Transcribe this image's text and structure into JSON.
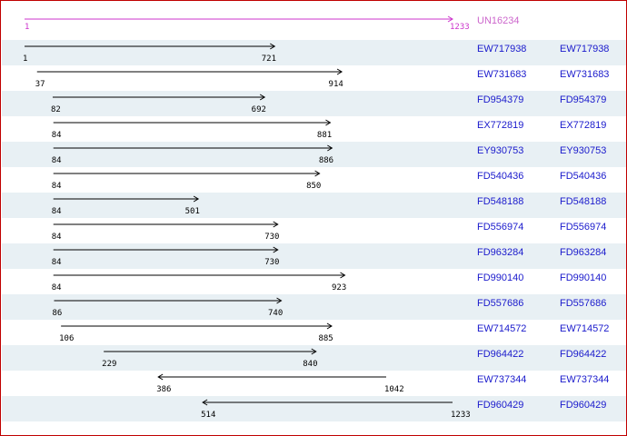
{
  "reference": {
    "label": "UN16234",
    "start": "1",
    "end": "1233",
    "start_val": 1,
    "end_val": 1233,
    "color": "#cc33cc"
  },
  "rows": [
    {
      "start": "1",
      "end": "721",
      "start_val": 1,
      "end_val": 721,
      "dir": "right",
      "col1": "EW717938",
      "col2": "EW717938"
    },
    {
      "start": "37",
      "end": "914",
      "start_val": 37,
      "end_val": 914,
      "dir": "right",
      "col1": "EW731683",
      "col2": "EW731683"
    },
    {
      "start": "82",
      "end": "692",
      "start_val": 82,
      "end_val": 692,
      "dir": "right",
      "col1": "FD954379",
      "col2": "FD954379"
    },
    {
      "start": "84",
      "end": "881",
      "start_val": 84,
      "end_val": 881,
      "dir": "right",
      "col1": "EX772819",
      "col2": "EX772819"
    },
    {
      "start": "84",
      "end": "886",
      "start_val": 84,
      "end_val": 886,
      "dir": "right",
      "col1": "EY930753",
      "col2": "EY930753"
    },
    {
      "start": "84",
      "end": "850",
      "start_val": 84,
      "end_val": 850,
      "dir": "right",
      "col1": "FD540436",
      "col2": "FD540436"
    },
    {
      "start": "84",
      "end": "501",
      "start_val": 84,
      "end_val": 501,
      "dir": "right",
      "col1": "FD548188",
      "col2": "FD548188"
    },
    {
      "start": "84",
      "end": "730",
      "start_val": 84,
      "end_val": 730,
      "dir": "right",
      "col1": "FD556974",
      "col2": "FD556974"
    },
    {
      "start": "84",
      "end": "730",
      "start_val": 84,
      "end_val": 730,
      "dir": "right",
      "col1": "FD963284",
      "col2": "FD963284"
    },
    {
      "start": "84",
      "end": "923",
      "start_val": 84,
      "end_val": 923,
      "dir": "right",
      "col1": "FD990140",
      "col2": "FD990140"
    },
    {
      "start": "86",
      "end": "740",
      "start_val": 86,
      "end_val": 740,
      "dir": "right",
      "col1": "FD557686",
      "col2": "FD557686"
    },
    {
      "start": "106",
      "end": "885",
      "start_val": 106,
      "end_val": 885,
      "dir": "right",
      "col1": "EW714572",
      "col2": "EW714572"
    },
    {
      "start": "229",
      "end": "840",
      "start_val": 229,
      "end_val": 840,
      "dir": "right",
      "col1": "FD964422",
      "col2": "FD964422"
    },
    {
      "start": "386",
      "end": "1042",
      "start_val": 386,
      "end_val": 1042,
      "dir": "left",
      "col1": "EW737344",
      "col2": "EW737344"
    },
    {
      "start": "514",
      "end": "1233",
      "start_val": 514,
      "end_val": 1233,
      "dir": "left",
      "col1": "FD960429",
      "col2": "FD960429"
    }
  ],
  "colors": {
    "row_shade": "#e8f0f4",
    "link": "#1a1acc",
    "border": "#c00000",
    "arrow": "#000000"
  }
}
